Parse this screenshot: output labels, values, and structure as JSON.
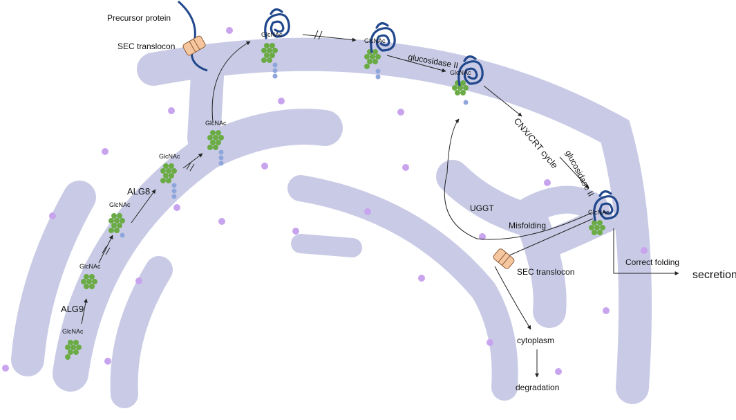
{
  "colors": {
    "er": "#c9cbe6",
    "vesicle": "#c9a4ee",
    "glucose": "#6bab45",
    "mannose_blue": "#8fa6dc",
    "protein": "#21478c",
    "translocon": "#f6c79e",
    "arrow": "#222222"
  },
  "labels": {
    "precursor": "Precursor protein",
    "sec_top": "SEC translocon",
    "sec_bottom": "SEC translocon",
    "alg9": "ALG9",
    "alg8": "ALG8",
    "gluc1": "glucosidase II",
    "gluc2": "glucosidase II",
    "cycle": "CNX/CRT cycle",
    "uggt": "UGGT",
    "misfolding": "Misfolding",
    "correct": "Correct folding",
    "secretion": "secretion",
    "cytoplasm": "cytoplasm",
    "degradation": "degradation",
    "glcnac": "GlcNAc"
  },
  "icons": [
    "er-membrane",
    "vesicle-dot",
    "oligosaccharide-glycan",
    "protein-chain",
    "sec-translocon"
  ]
}
